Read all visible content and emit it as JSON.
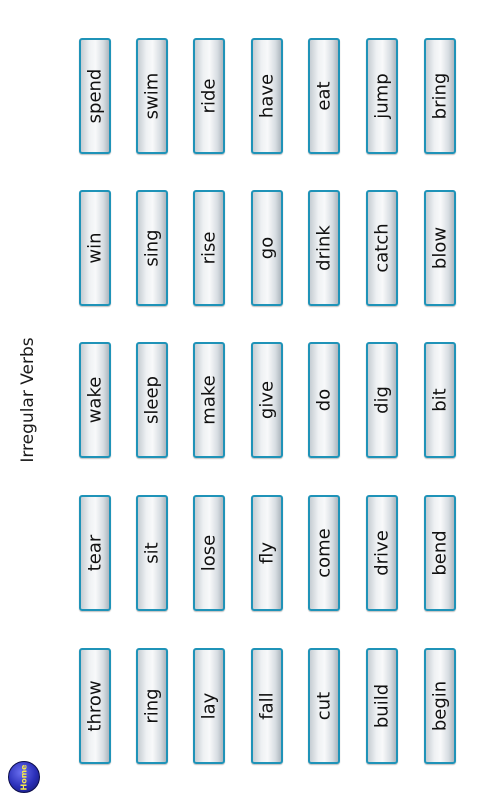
{
  "title": "Irregular Verbs",
  "home_button": {
    "label": "Home"
  },
  "verbs": [
    [
      "spend",
      "win",
      "wake",
      "tear",
      "throw"
    ],
    [
      "swim",
      "sing",
      "sleep",
      "sit",
      "ring"
    ],
    [
      "ride",
      "rise",
      "make",
      "lose",
      "lay"
    ],
    [
      "have",
      "go",
      "give",
      "fly",
      "fall"
    ],
    [
      "eat",
      "drink",
      "do",
      "come",
      "cut"
    ],
    [
      "jump",
      "catch",
      "dig",
      "drive",
      "build"
    ],
    [
      "bring",
      "blow",
      "bit",
      "bend",
      "begin"
    ]
  ],
  "colors": {
    "button_border": "#1f93b8",
    "home_fill": "#2a2fb8",
    "home_text": "#f6e94a"
  }
}
